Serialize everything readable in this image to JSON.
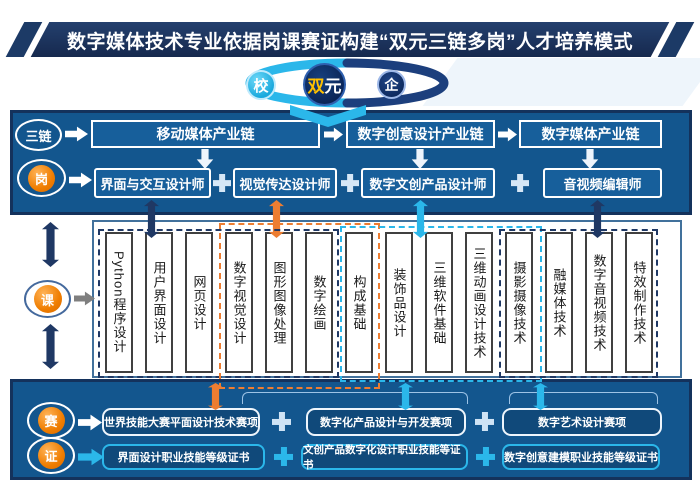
{
  "title": "数字媒体技术专业依据岗课赛证构建“双元三链多岗”人才培养模式",
  "cycle": {
    "school": "校",
    "dual_first": "双",
    "dual_rest": "元",
    "enterprise": "企"
  },
  "chains": {
    "label": "三链",
    "items": [
      "移动媒体产业链",
      "数字创意设计产业链",
      "数字媒体产业链"
    ]
  },
  "posts": {
    "label": "岗",
    "items": [
      "界面与交互设计师",
      "视觉传达设计师",
      "数字文创产品设计师",
      "音视频编辑师"
    ]
  },
  "courses": {
    "label": "课",
    "items": [
      "Python程序设计",
      "用户界面设计",
      "网页设计",
      "数字视觉设计",
      "图形图像处理",
      "数字绘画",
      "构成基础",
      "装饰品设计",
      "三维软件基础",
      "三维动画设计技术",
      "摄影摄像技术",
      "融媒体技术",
      "数字音视频技术",
      "特效制作技术"
    ]
  },
  "competitions": {
    "label": "赛",
    "items": [
      "世界技能大赛平面设计技术赛项",
      "数字化产品设计与开发赛项",
      "数字艺术设计赛项"
    ]
  },
  "certificates": {
    "label": "证",
    "items": [
      "界面设计职业技能等级证书",
      "文创产品数字化设计职业技能等证书",
      "数字创意建模职业技能等级证书"
    ]
  },
  "colors": {
    "panel_blue": "#13568E",
    "border_navy": "#14325C",
    "accent_orange": "#ED7D31",
    "accent_cyan": "#2BB7EA",
    "accent_navy": "#1F3864",
    "dual_gold": "#FFC000"
  }
}
